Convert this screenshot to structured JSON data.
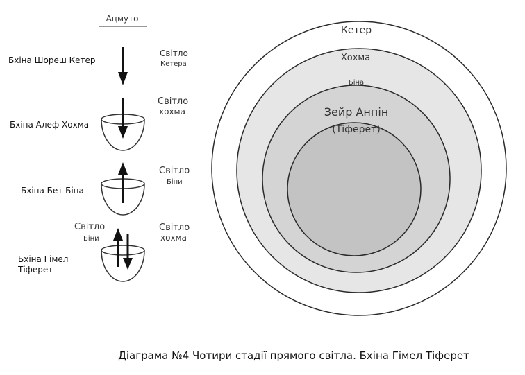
{
  "header_label": "Ацмуто",
  "stages": [
    {
      "name": "Бхіна Шореш Кетер",
      "light_main": "Світло",
      "light_sub": "Кетера"
    },
    {
      "name": "Бхіна Алеф Хохма",
      "light_main": "Світло",
      "light_sub": "хохма"
    },
    {
      "name": "Бхіна Бет Біна",
      "light_main": "Світло",
      "light_sub": "Біни"
    },
    {
      "name_line1": "Бхіна Гімел",
      "name_line2": "Тіферет",
      "left_main": "Світло",
      "left_sub": "Біни",
      "light_main": "Світло",
      "light_sub": "хохма"
    }
  ],
  "circles": {
    "keter": "Кетер",
    "hokhma": "Хохма",
    "bina": "Біна",
    "zeir_main": "Зейр Анпін",
    "zeir_sub": "(Тіферет)"
  },
  "caption": "Діаграма №4 Чотири стадії прямого світла. Бхіна Гімел Тіферет",
  "colors": {
    "ring_keter": "#ffffff",
    "ring_hokhma": "#e6e6e6",
    "ring_bina": "#d4d4d4",
    "ring_zeir": "#c3c3c3",
    "stroke": "#2a2a2a"
  }
}
